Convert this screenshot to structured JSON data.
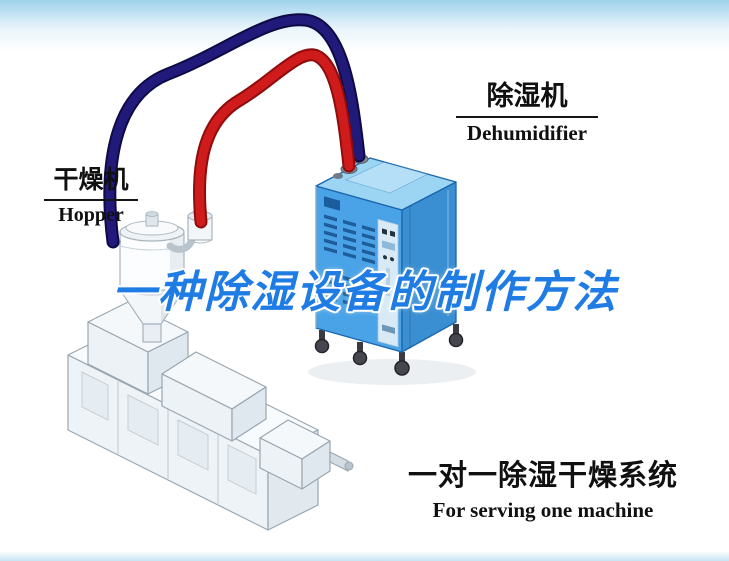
{
  "page": {
    "background_color": "#ffffff",
    "title_overlay": "一种除湿设备的制作方法"
  },
  "labels": {
    "hopper": {
      "zh": "干燥机",
      "en": "Hopper"
    },
    "dehumidifier": {
      "zh": "除湿机",
      "en": "Dehumidifier"
    },
    "system": {
      "zh": "一对一除湿干燥系统",
      "en": "For serving one machine"
    }
  },
  "colors": {
    "sky_band": "#9fd2ec",
    "title_blue": "#1e7ce4",
    "pipe_red": "#cf1b1b",
    "pipe_red_dark": "#8f0c0c",
    "pipe_navy": "#221a7a",
    "pipe_navy_dark": "#0e0a45",
    "cabinet_front": "#4aa3e6",
    "cabinet_top": "#9cd4f4",
    "cabinet_side": "#3a8fd2"
  }
}
